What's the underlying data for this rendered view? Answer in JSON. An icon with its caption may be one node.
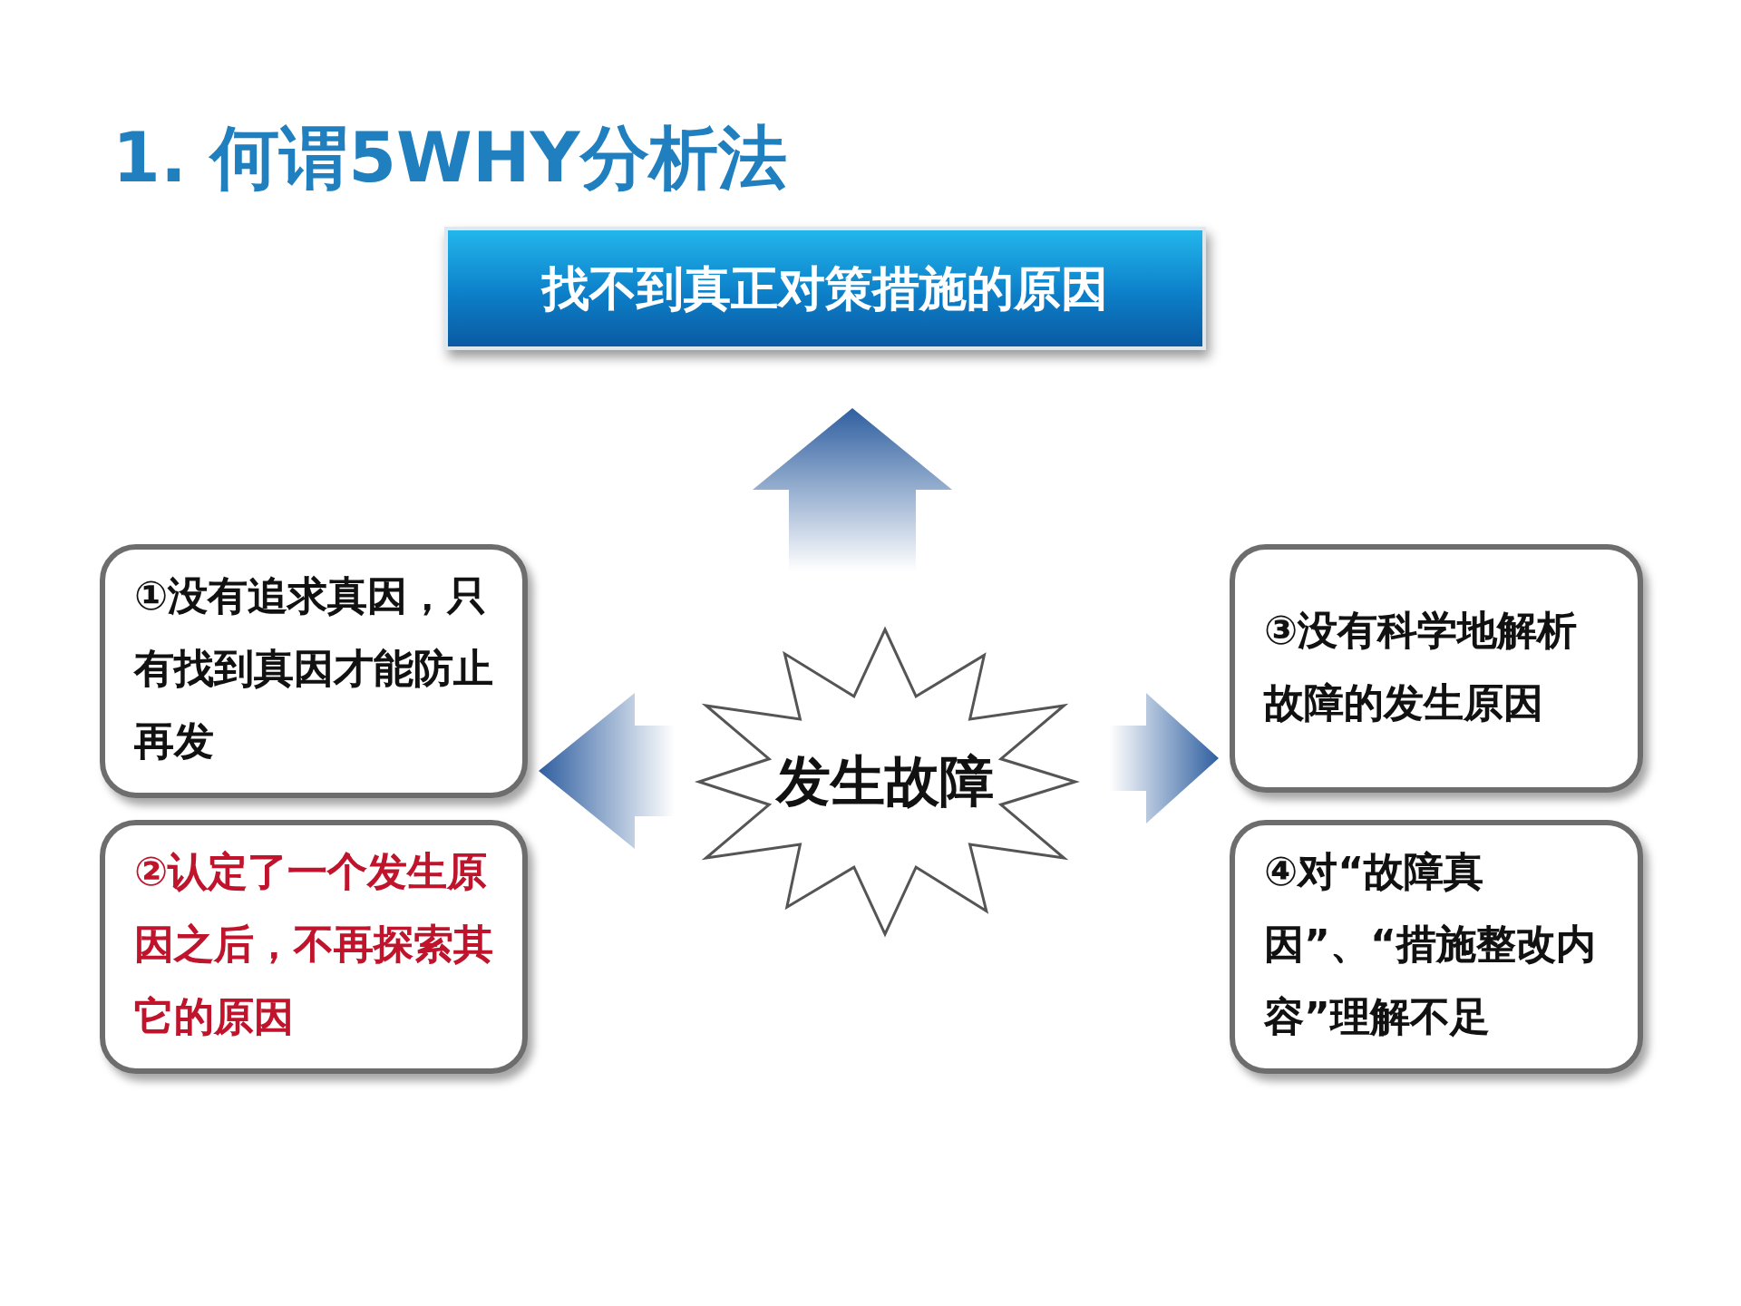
{
  "diagram": {
    "title": "1. 何谓5WHY分析法",
    "nodes": [
      {
        "text": [
          "找不到真正对策措施的原因"
        ]
      },
      {
        "text": [
          "发生故障"
        ]
      },
      {
        "text": [
          "①没有追求真因，只有找到真因才能防止再发"
        ]
      },
      {
        "text": [
          "②认定了一个发生原因之后，不再探索其它的原因"
        ]
      },
      {
        "text": [
          "③没有科学地解析故障的发生原因"
        ]
      },
      {
        "text": [
          "④对“故障真因”、“措施整改内容”理解不足"
        ]
      }
    ],
    "edges": [
      {
        "from": 1,
        "to": 0,
        "arrow": "to"
      },
      {
        "from": 1,
        "to": 2,
        "arrow": "to"
      },
      {
        "from": 1,
        "to": 3,
        "arrow": "to"
      },
      {
        "from": 1,
        "to": 4,
        "arrow": "to"
      },
      {
        "from": 1,
        "to": 5,
        "arrow": "to"
      }
    ]
  }
}
